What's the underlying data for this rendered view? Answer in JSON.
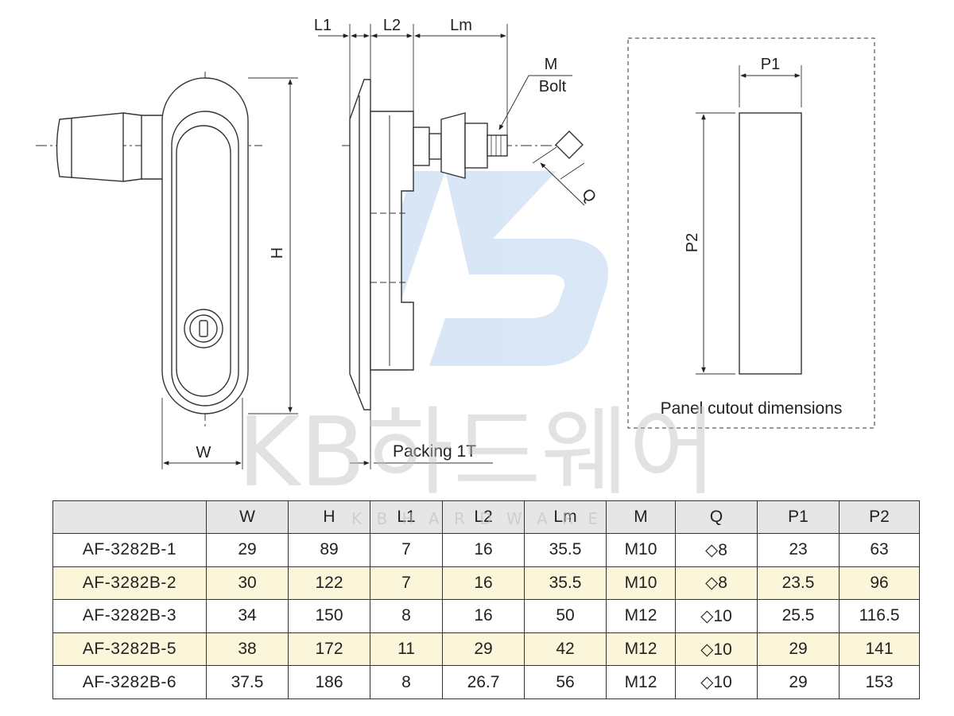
{
  "drawing": {
    "labels": {
      "L1": "L1",
      "L2": "L2",
      "Lm": "Lm",
      "M": "M",
      "Bolt": "Bolt",
      "Q": "Q",
      "H": "H",
      "W": "W",
      "packing": "Packing 1T",
      "P1": "P1",
      "P2": "P2",
      "cutout": "Panel cutout dimensions"
    },
    "watermark": {
      "main": "KB하드웨어",
      "sub": "K B H A R D W A R E"
    }
  },
  "table": {
    "columns": [
      "",
      "W",
      "H",
      "L1",
      "L2",
      "Lm",
      "M",
      "Q",
      "P1",
      "P2"
    ],
    "rows": [
      [
        "AF-3282B-1",
        "29",
        "89",
        "7",
        "16",
        "35.5",
        "M10",
        "◇8",
        "23",
        "63"
      ],
      [
        "AF-3282B-2",
        "30",
        "122",
        "7",
        "16",
        "35.5",
        "M10",
        "◇8",
        "23.5",
        "96"
      ],
      [
        "AF-3282B-3",
        "34",
        "150",
        "8",
        "16",
        "50",
        "M12",
        "◇10",
        "25.5",
        "116.5"
      ],
      [
        "AF-3282B-5",
        "38",
        "172",
        "11",
        "29",
        "42",
        "M12",
        "◇10",
        "29",
        "141"
      ],
      [
        "AF-3282B-6",
        "37.5",
        "186",
        "8",
        "26.7",
        "56",
        "M12",
        "◇10",
        "29",
        "153"
      ]
    ]
  },
  "colors": {
    "header_bg": "#e6e6e6",
    "alt_row_bg": "#fbf6d9",
    "line": "#333333",
    "watermark": "#bfbfbf",
    "logo_blue": "#b9d3ee"
  }
}
